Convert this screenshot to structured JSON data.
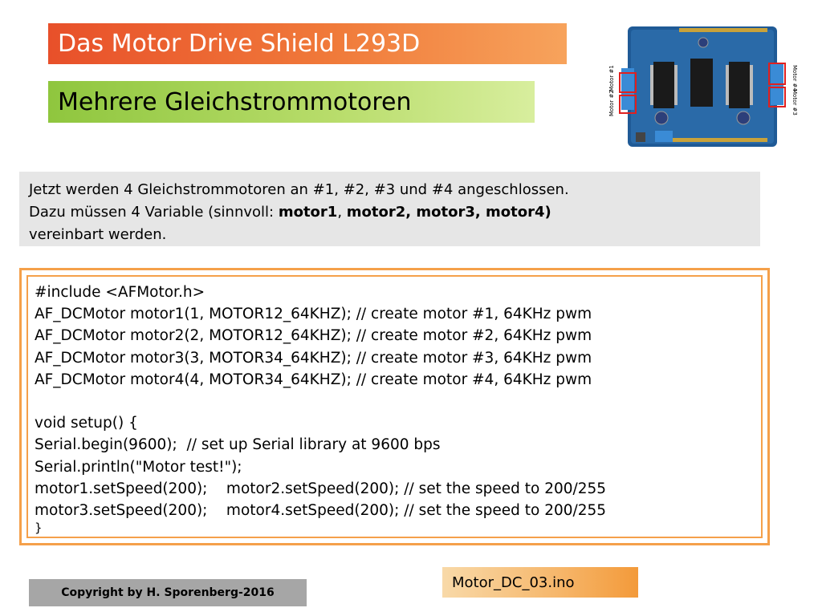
{
  "slide": {
    "title": "Das Motor Drive Shield L293D",
    "subtitle": "Mehrere Gleichstrommotoren",
    "intro": {
      "line1": "Jetzt werden 4 Gleichstrommotoren an #1, #2, #3 und #4  angeschlossen.",
      "line2_prefix": "Dazu müssen 4 Variable (sinnvoll: ",
      "line2_m1": "motor1",
      "line2_sep": ", ",
      "line2_rest_bold": "motor2, motor3, motor4)",
      "line3": "vereinbart werden."
    },
    "code": [
      "#include <AFMotor.h>",
      "AF_DCMotor motor1(1, MOTOR12_64KHZ); // create motor #1, 64KHz pwm",
      "AF_DCMotor motor2(2, MOTOR12_64KHZ); // create motor #2, 64KHz pwm",
      "AF_DCMotor motor3(3, MOTOR34_64KHZ); // create motor #3, 64KHz pwm",
      "AF_DCMotor motor4(4, MOTOR34_64KHZ); // create motor #4, 64KHz pwm",
      "",
      "void setup() {",
      "Serial.begin(9600);  // set up Serial library at 9600 bps",
      "Serial.println(\"Motor test!\");",
      "motor1.setSpeed(200);    motor2.setSpeed(200); // set the speed to 200/255",
      "motor3.setSpeed(200);    motor4.setSpeed(200); // set the speed to 200/255",
      "}"
    ],
    "copyright": "Copyright by H. Sporenberg-2016",
    "filename": "Motor_DC_03.ino"
  },
  "board_image": {
    "label_left_1": "Motor #1",
    "label_left_2": "Motor #2",
    "label_right_1": "Motor #4",
    "label_right_2": "Motor #3",
    "accent_colors": {
      "title": "#e8502a",
      "subtitle": "#8fc63e",
      "board": "#1d4f86",
      "highlight": "#e02020"
    }
  }
}
